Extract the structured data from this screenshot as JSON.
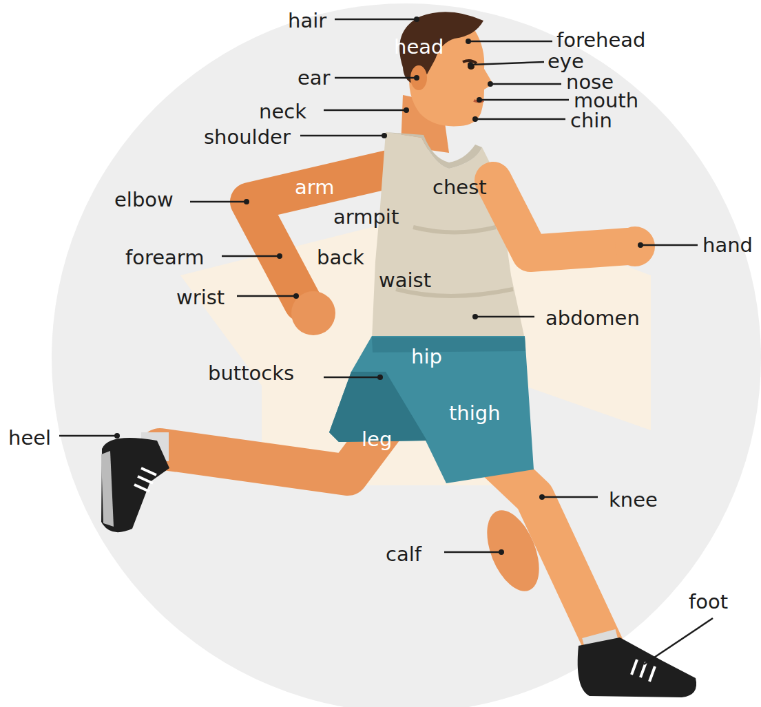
{
  "diagram": {
    "labels": [
      "hair",
      "head",
      "forehead",
      "eye",
      "ear",
      "nose",
      "mouth",
      "neck",
      "chin",
      "shoulder",
      "arm",
      "chest",
      "elbow",
      "armpit",
      "hand",
      "forearm",
      "back",
      "waist",
      "wrist",
      "abdomen",
      "hip",
      "buttocks",
      "thigh",
      "heel",
      "leg",
      "knee",
      "calf",
      "foot"
    ]
  }
}
